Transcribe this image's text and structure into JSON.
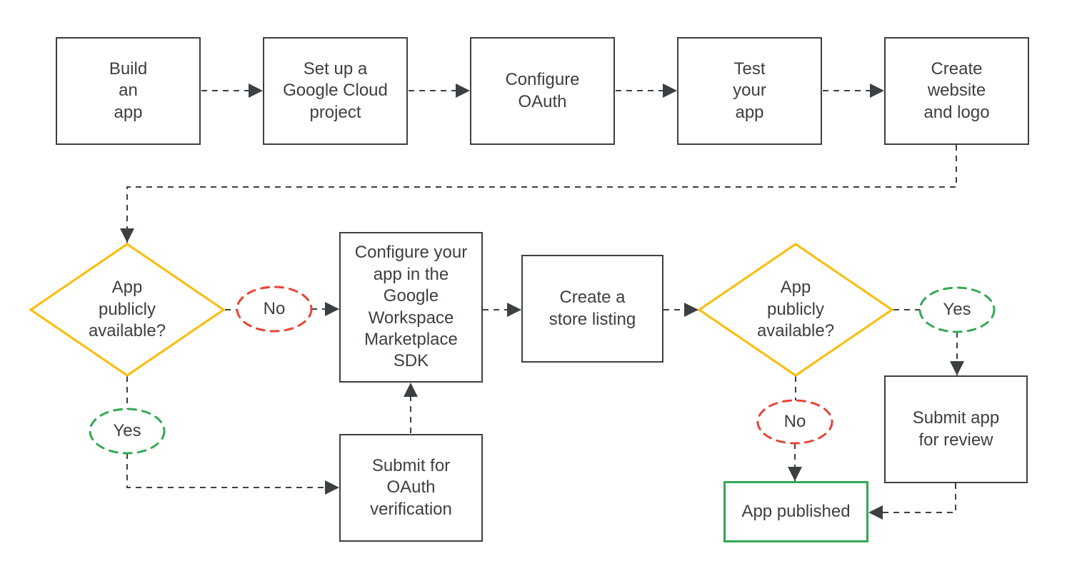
{
  "colors": {
    "line-dark": "#3C4043",
    "accent-yellow": "#FBBC04",
    "accent-red": "#EA4335",
    "accent-green": "#34A853"
  },
  "nodes": {
    "build": {
      "label": "Build\nan\napp"
    },
    "setup_gcp": {
      "label": "Set up a\nGoogle Cloud\nproject"
    },
    "configure_oauth": {
      "label": "Configure\nOAuth"
    },
    "test_app": {
      "label": "Test\nyour\napp"
    },
    "create_website": {
      "label": "Create\nwebsite\nand logo"
    },
    "decision_public_1": {
      "label": "App\npublicly\navailable?"
    },
    "configure_sdk": {
      "label": "Configure your\napp in the\nGoogle\nWorkspace\nMarketplace\nSDK"
    },
    "store_listing": {
      "label": "Create a\nstore listing"
    },
    "decision_public_2": {
      "label": "App\npublicly\navailable?"
    },
    "submit_review": {
      "label": "Submit app\nfor review"
    },
    "app_published": {
      "label": "App published"
    },
    "submit_oauth_verification": {
      "label": "Submit for\nOAuth\nverification"
    },
    "no_1": {
      "label": "No"
    },
    "yes_1": {
      "label": "Yes"
    },
    "yes_2": {
      "label": "Yes"
    },
    "no_2": {
      "label": "No"
    }
  }
}
